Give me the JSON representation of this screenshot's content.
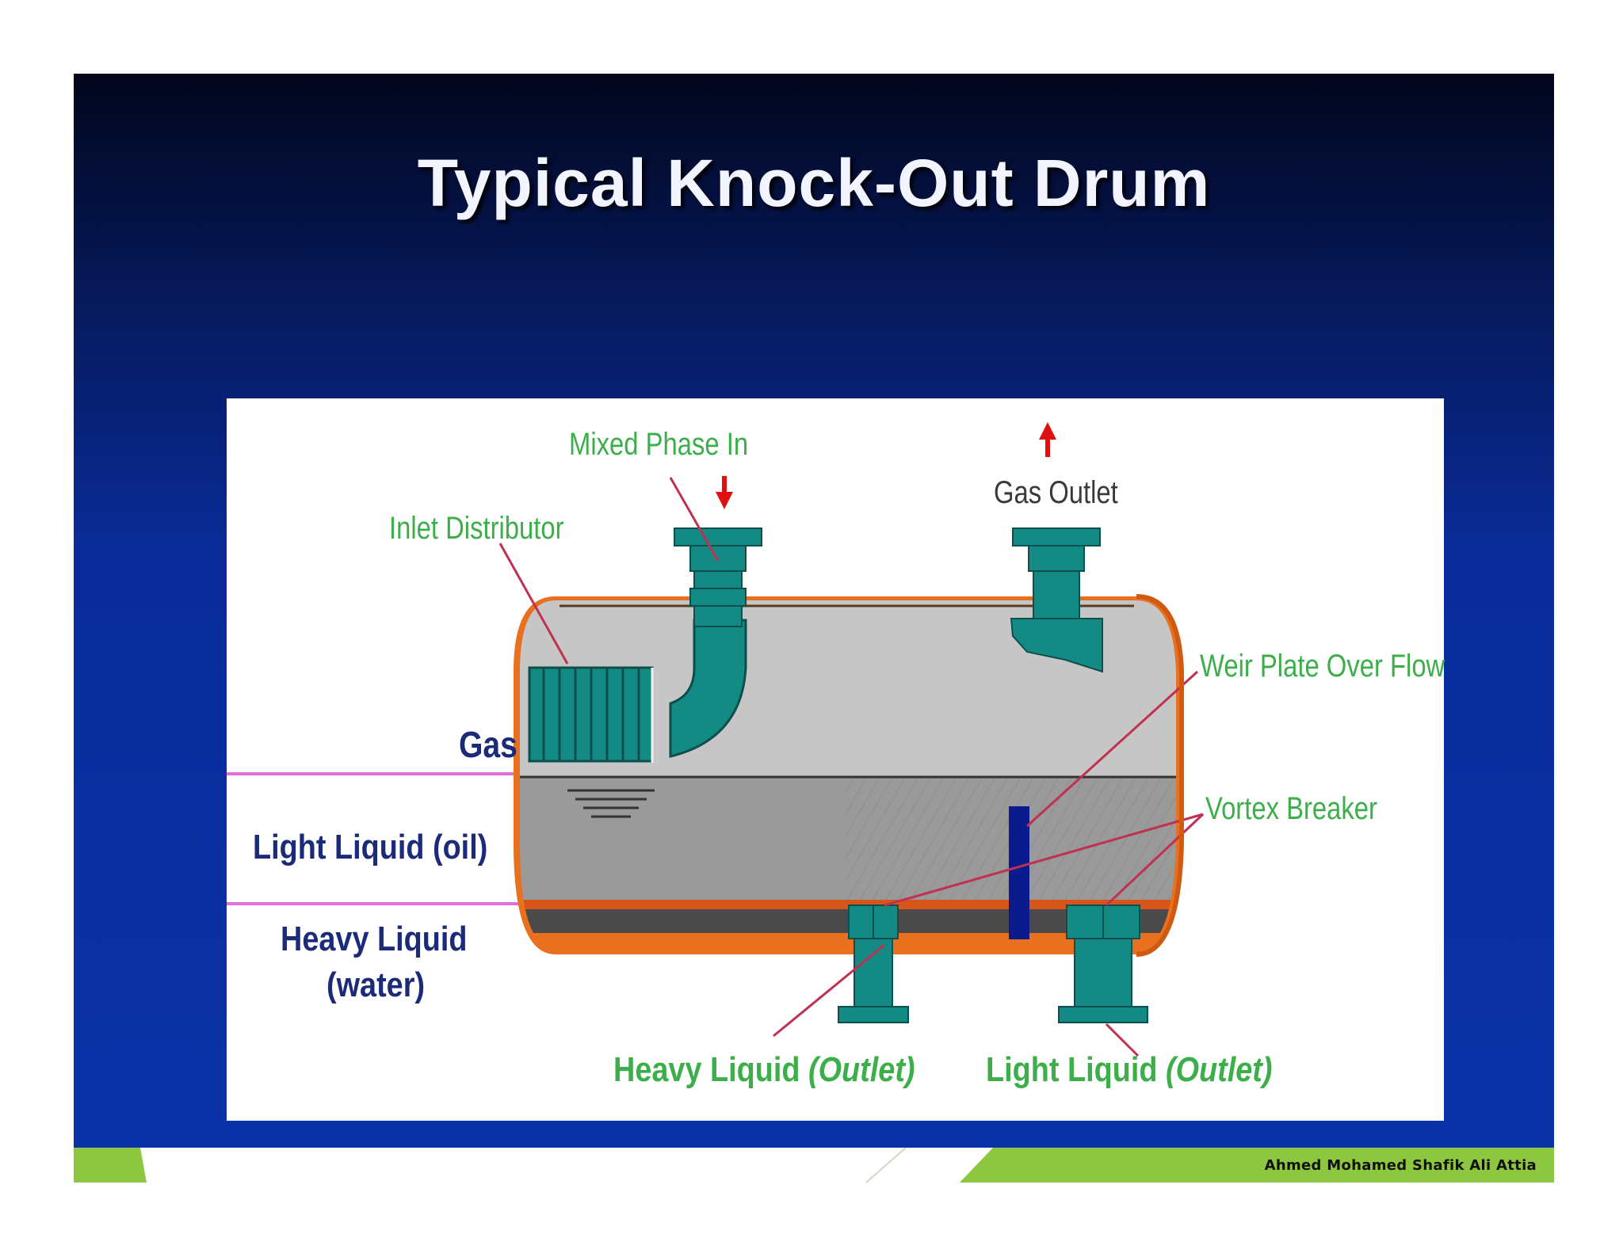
{
  "slide": {
    "title": "Typical Knock-Out Drum",
    "colors": {
      "background_top": "#02061c",
      "background_bottom": "#0b33a8",
      "footer_accent": "#8dc63f"
    }
  },
  "diagram": {
    "labels": {
      "mixed_phase_in": "Mixed Phase In",
      "inlet_distributor": "Inlet Distributor",
      "gas_outlet": "Gas Outlet",
      "weir_plate_over_flow": "Weir Plate Over Flow",
      "vortex_breaker": "Vortex Breaker"
    },
    "phases": {
      "gas": "Gas",
      "light_liquid": "Light Liquid (oil)",
      "heavy_liquid_line1": "Heavy Liquid",
      "heavy_liquid_line2": "(water)"
    },
    "outlets": {
      "heavy_liquid": "Heavy Liquid",
      "heavy_liquid_suffix": "(Outlet)",
      "light_liquid": "Light Liquid",
      "light_liquid_suffix": "(Outlet)"
    },
    "colors": {
      "nozzle": "#138a84",
      "shell": "#e8701e",
      "gas_zone": "#c6c6c6",
      "liquid_zone": "#9a9a9a",
      "weir_plate": "#0b1a8c",
      "arrow": "#e01010",
      "label_green": "#3cae4a",
      "label_navy": "#1c2a7a",
      "interface_line": "#e070e0"
    }
  },
  "footer": {
    "author": "Ahmed Mohamed Shafik Ali Attia"
  }
}
